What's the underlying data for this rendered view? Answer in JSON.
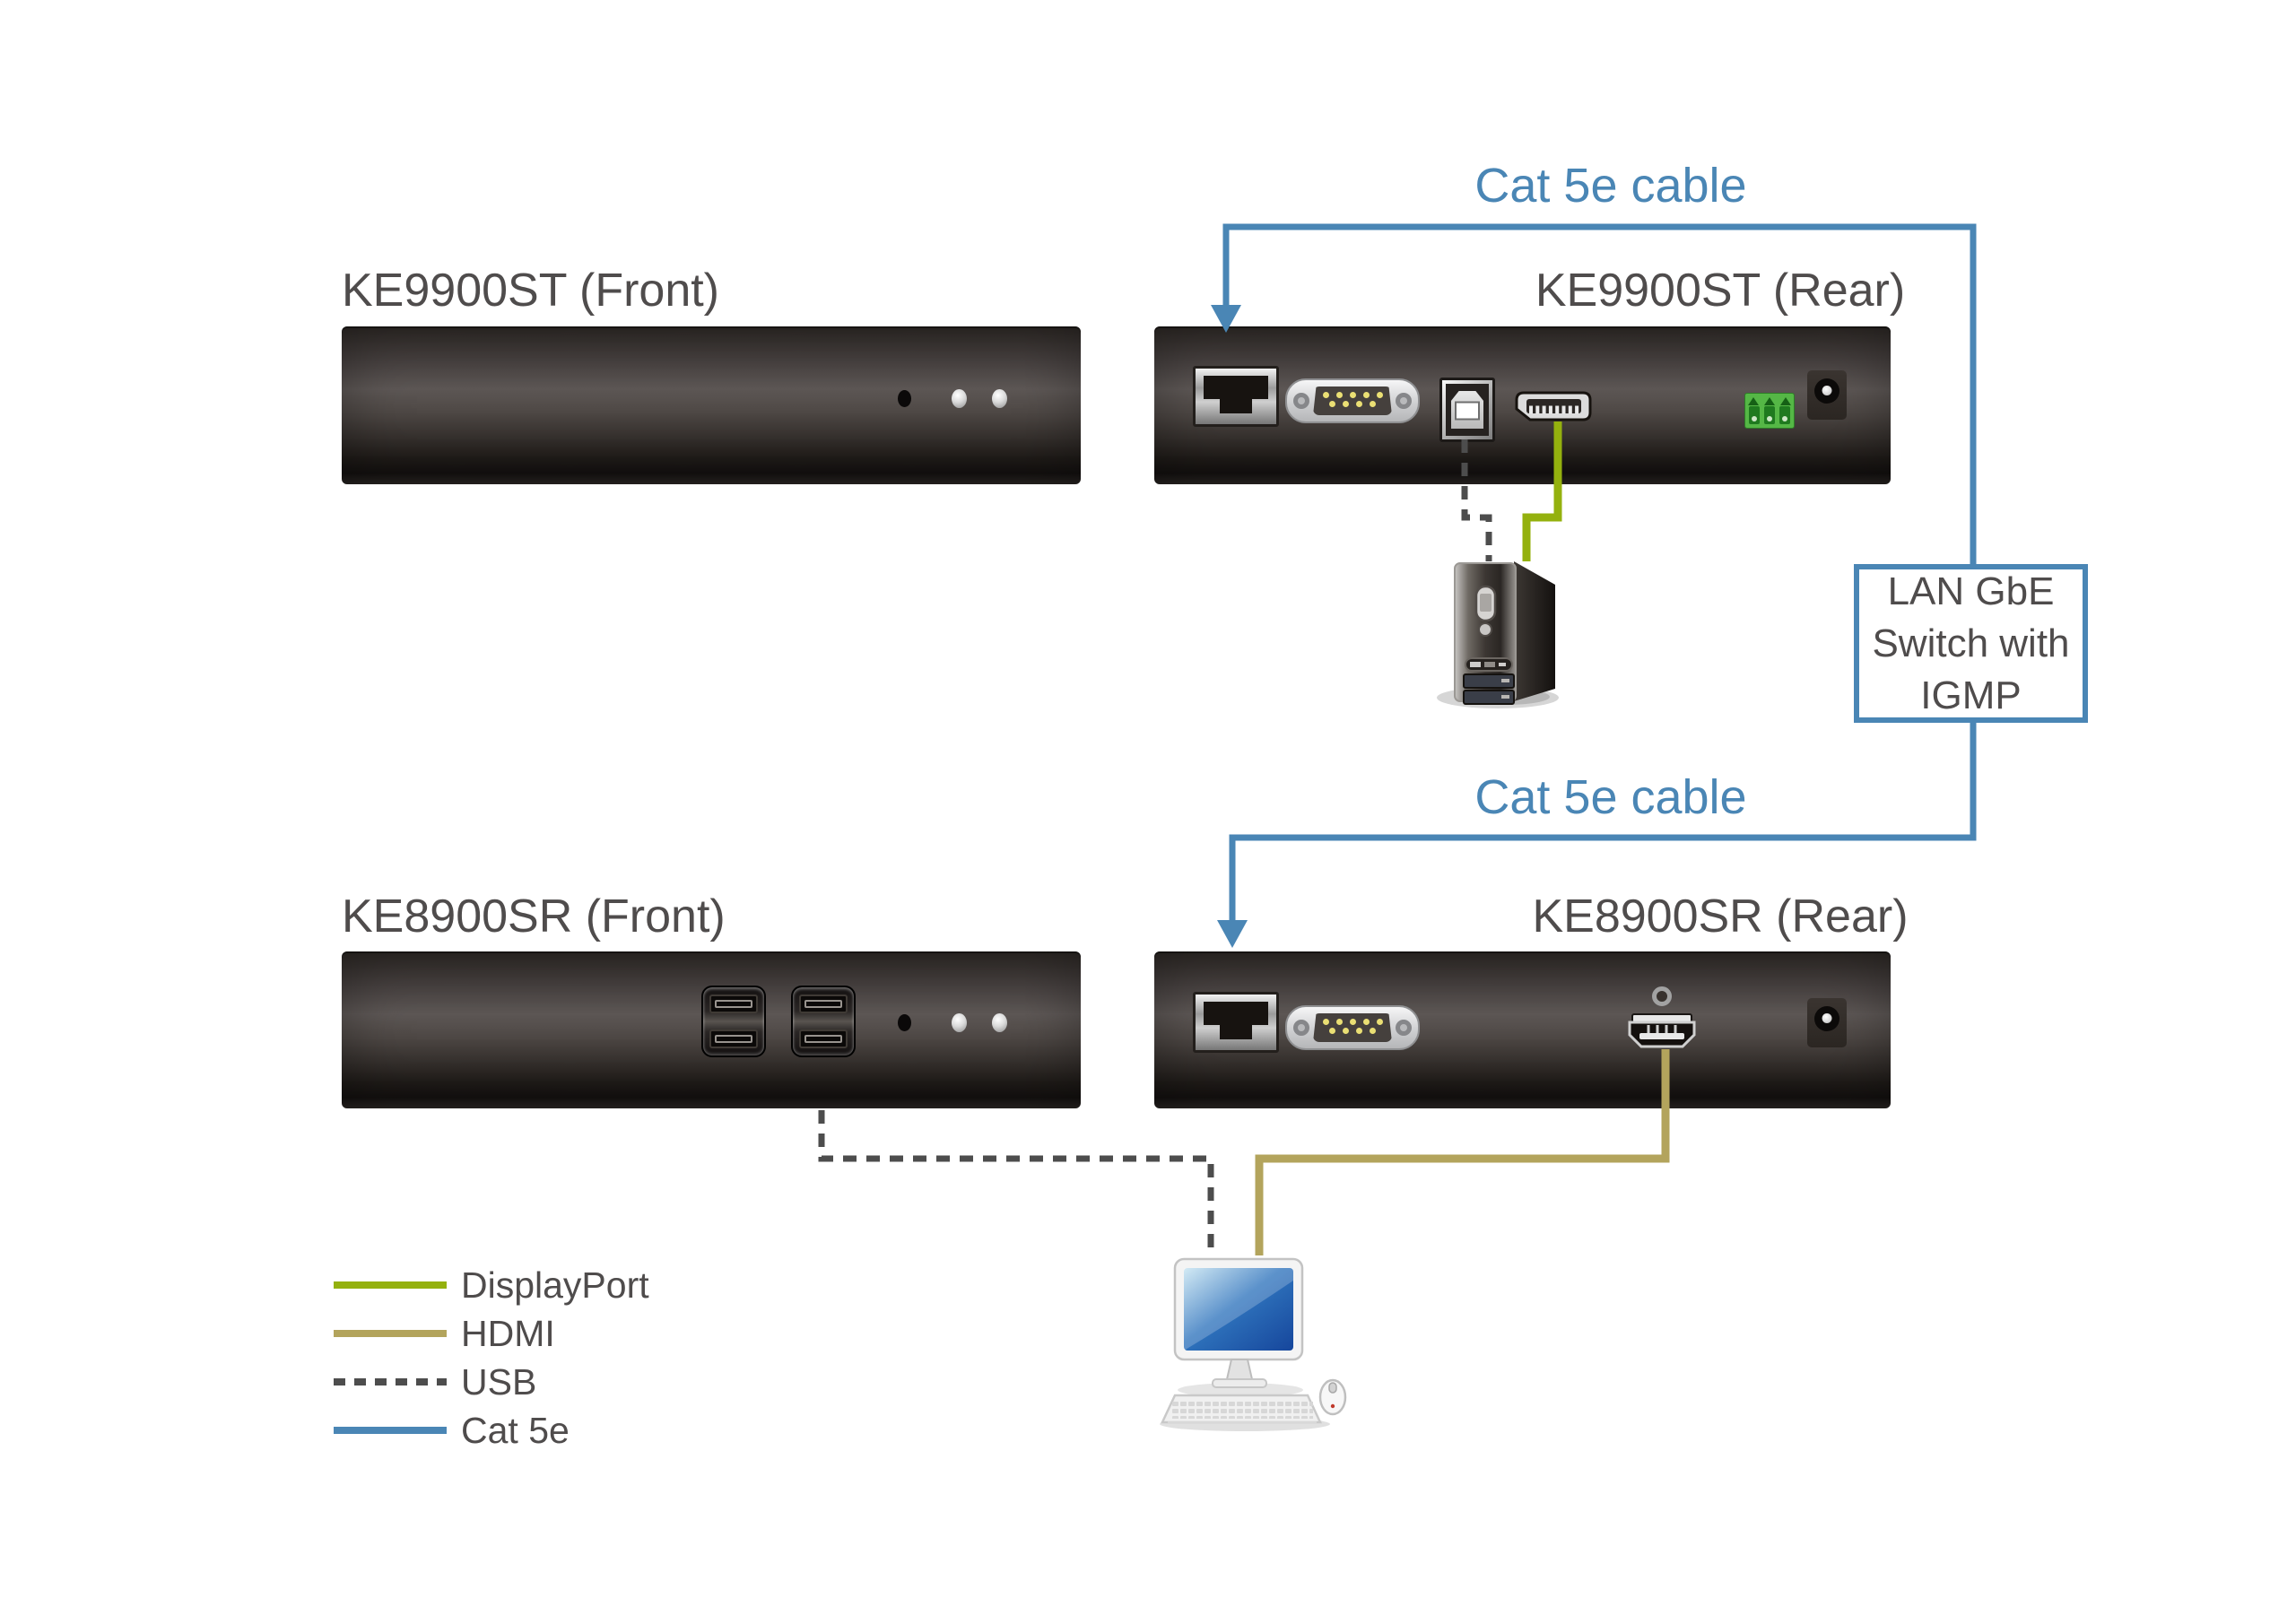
{
  "title": "KE9900ST / KE8900SR KVM extender installation diagram",
  "colors": {
    "cat5e": "#4a86b5",
    "displayport": "#94b10e",
    "hdmi": "#b3a45c",
    "usb": "#4d4d4d",
    "label_text": "#4f4c4c"
  },
  "labels": {
    "cat5e_cable_top": "Cat 5e cable",
    "cat5e_cable_bottom": "Cat 5e cable",
    "ke9900st_front": "KE9900ST (Front)",
    "ke9900st_rear": "KE9900ST (Rear)",
    "ke8900sr_front": "KE8900SR (Front)",
    "ke8900sr_rear": "KE8900SR (Rear)"
  },
  "lan_switch_box": {
    "line1": "LAN GbE",
    "line2": "Switch with",
    "line3": "IGMP"
  },
  "legend": {
    "items": [
      {
        "label": "DisplayPort",
        "style": "solid"
      },
      {
        "label": "HDMI",
        "style": "solid"
      },
      {
        "label": "USB",
        "style": "dashed"
      },
      {
        "label": "Cat 5e",
        "style": "solid"
      }
    ]
  },
  "devices": {
    "ke9900st_rear_ports": [
      "rj45-lan",
      "serial-db9",
      "usb-b",
      "displayport",
      "power-terminal-block",
      "dc-power-jack"
    ],
    "ke8900sr_rear_ports": [
      "rj45-lan",
      "serial-db9",
      "hdmi",
      "dc-power-jack"
    ],
    "ke8900sr_front_ports": [
      "dual-usb-a",
      "dual-usb-a"
    ],
    "endpoints": [
      "computer-tower",
      "monitor-keyboard-mouse"
    ]
  }
}
